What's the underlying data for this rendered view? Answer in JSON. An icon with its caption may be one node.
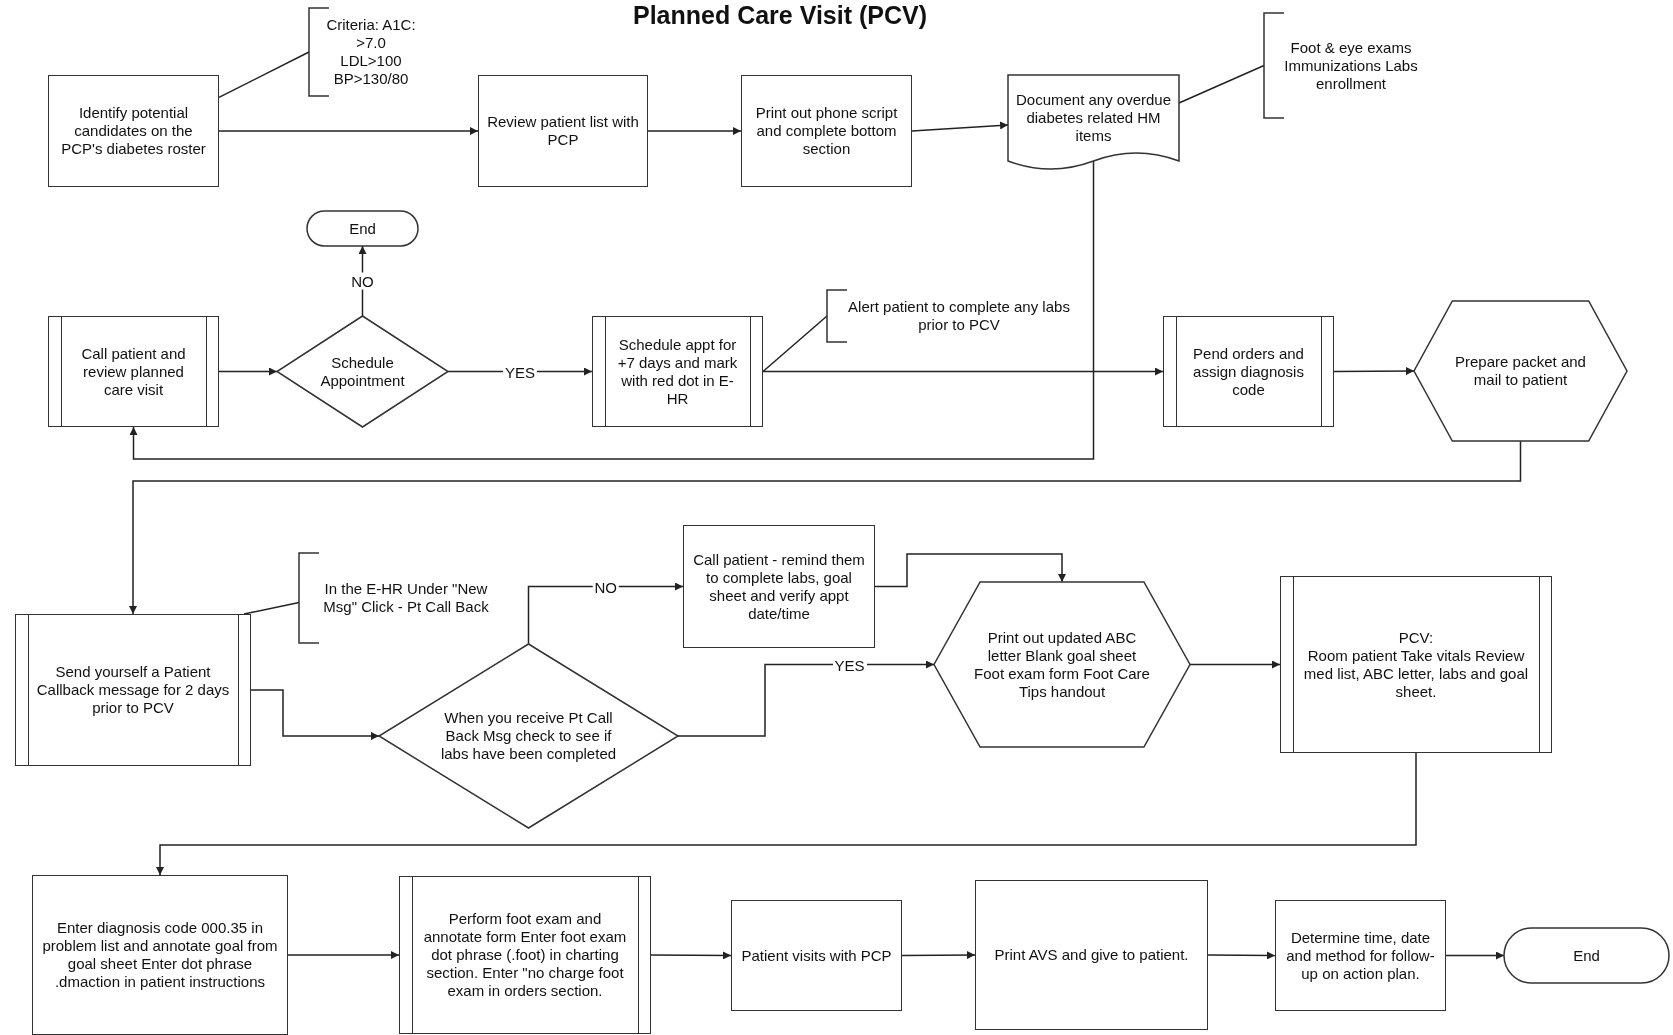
{
  "diagram": {
    "title": "Planned Care Visit (PCV)",
    "nodes": [
      {
        "text": [
          "Identify potential candidates on the PCP's diabetes roster"
        ]
      },
      {
        "text": [
          "Criteria: A1C: >7.0 LDL>100 BP>130/80"
        ]
      },
      {
        "text": [
          "Review patient list with PCP"
        ]
      },
      {
        "text": [
          "Print out phone script and complete bottom section"
        ]
      },
      {
        "text": [
          "Document any overdue diabetes related HM items"
        ]
      },
      {
        "text": [
          "Foot & eye exams Immunizations Labs enrollment"
        ]
      },
      {
        "text": [
          "Call patient and review planned care visit"
        ]
      },
      {
        "text": [
          "Schedule Appointment"
        ]
      },
      {
        "text": [
          "End"
        ]
      },
      {
        "text": [
          "Schedule appt for +7 days and mark with red dot in E-HR"
        ]
      },
      {
        "text": [
          "Alert patient to complete any labs prior to PCV"
        ]
      },
      {
        "text": [
          "Pend orders and assign diagnosis code"
        ]
      },
      {
        "text": [
          "Prepare packet and mail to patient"
        ]
      },
      {
        "text": [
          "Send yourself a Patient Callback message for 2 days prior to PCV"
        ]
      },
      {
        "text": [
          "In the E-HR Under \"New Msg\" Click - Pt Call Back"
        ]
      },
      {
        "text": [
          "When you receive Pt Call Back Msg check to see if labs have been completed"
        ]
      },
      {
        "text": [
          "Call patient - remind them to complete labs, goal sheet and verify appt date/time"
        ]
      },
      {
        "text": [
          "Print out updated ABC letter Blank goal sheet Foot exam form Foot Care Tips handout"
        ]
      },
      {
        "text": [
          "PCV:",
          "Room patient Take vitals Review med list, ABC letter, labs and goal sheet."
        ]
      },
      {
        "text": [
          "Enter diagnosis code 000.35 in problem list and annotate goal from goal sheet Enter dot phrase .dmaction in patient instructions"
        ]
      },
      {
        "text": [
          "Perform foot exam and annotate form Enter foot exam dot phrase (.foot) in charting section. Enter \"no charge foot exam in orders section."
        ]
      },
      {
        "text": [
          "Patient visits with PCP"
        ]
      },
      {
        "text": [
          "Print AVS and give to patient."
        ]
      },
      {
        "text": [
          "Determine time, date and method for follow-up on action plan."
        ]
      },
      {
        "text": [
          "End"
        ]
      }
    ],
    "edges": [
      {
        "from": 0,
        "to": 1,
        "arrow": "none"
      },
      {
        "from": 0,
        "to": 2,
        "arrow": "to"
      },
      {
        "from": 2,
        "to": 3,
        "arrow": "to"
      },
      {
        "from": 3,
        "to": 4,
        "arrow": "to"
      },
      {
        "from": 4,
        "to": 5,
        "arrow": "none"
      },
      {
        "from": 4,
        "to": 6,
        "arrow": "to"
      },
      {
        "from": 6,
        "to": 7,
        "arrow": "to"
      },
      {
        "from": 7,
        "to": 8,
        "arrow": "to",
        "label": "NO"
      },
      {
        "from": 7,
        "to": 9,
        "arrow": "to",
        "label": "YES"
      },
      {
        "from": 9,
        "to": 10,
        "arrow": "none"
      },
      {
        "from": 9,
        "to": 11,
        "arrow": "to"
      },
      {
        "from": 11,
        "to": 12,
        "arrow": "to"
      },
      {
        "from": 12,
        "to": 13,
        "arrow": "to"
      },
      {
        "from": 13,
        "to": 14,
        "arrow": "none"
      },
      {
        "from": 13,
        "to": 15,
        "arrow": "to"
      },
      {
        "from": 15,
        "to": 16,
        "arrow": "to",
        "label": "NO"
      },
      {
        "from": 15,
        "to": 17,
        "arrow": "to",
        "label": "YES"
      },
      {
        "from": 16,
        "to": 17,
        "arrow": "to"
      },
      {
        "from": 17,
        "to": 18,
        "arrow": "to"
      },
      {
        "from": 18,
        "to": 19,
        "arrow": "to"
      },
      {
        "from": 19,
        "to": 20,
        "arrow": "to"
      },
      {
        "from": 20,
        "to": 21,
        "arrow": "to"
      },
      {
        "from": 21,
        "to": 22,
        "arrow": "to"
      },
      {
        "from": 22,
        "to": 23,
        "arrow": "to"
      },
      {
        "from": 23,
        "to": 24,
        "arrow": "to"
      }
    ]
  }
}
